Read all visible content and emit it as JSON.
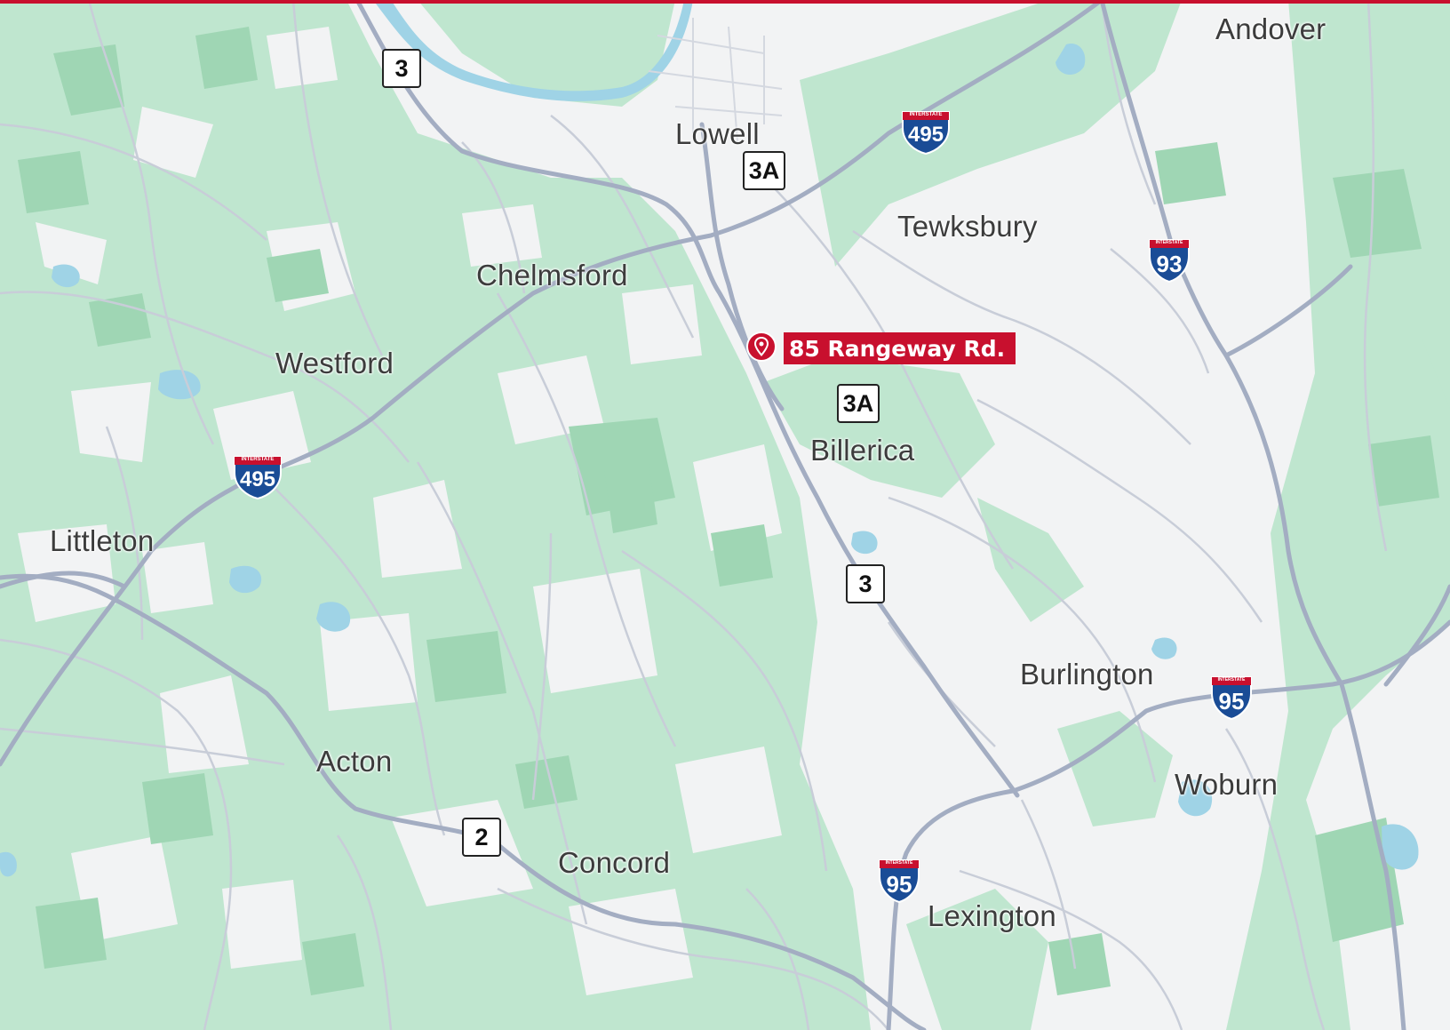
{
  "map": {
    "colors": {
      "land": "#f2f3f4",
      "park": "#bfe6cf",
      "park_dark": "#9fd6b4",
      "water": "#9fd3e6",
      "road": "#c8cdd8",
      "highway": "#a3adc2",
      "accent": "#c8102e"
    }
  },
  "places": [
    {
      "id": "andover",
      "label": "Andover"
    },
    {
      "id": "lowell",
      "label": "Lowell"
    },
    {
      "id": "tewksbury",
      "label": "Tewksbury"
    },
    {
      "id": "chelmsford",
      "label": "Chelmsford"
    },
    {
      "id": "westford",
      "label": "Westford"
    },
    {
      "id": "billerica",
      "label": "Billerica"
    },
    {
      "id": "littleton",
      "label": "Littleton"
    },
    {
      "id": "burlington",
      "label": "Burlington"
    },
    {
      "id": "acton",
      "label": "Acton"
    },
    {
      "id": "woburn",
      "label": "Woburn"
    },
    {
      "id": "concord",
      "label": "Concord"
    },
    {
      "id": "lexington",
      "label": "Lexington"
    }
  ],
  "route_shields": {
    "r3_north": "3",
    "r3a_north": "3A",
    "r3a_south": "3A",
    "r3_south": "3",
    "r2": "2"
  },
  "interstate_shields": {
    "top_text": "INTERSTATE",
    "i495_east": "495",
    "i495_west": "495",
    "i93": "93",
    "i95_east": "95",
    "i95_south": "95"
  },
  "marker": {
    "icon": "map-pin-icon",
    "label": "85 Rangeway Rd."
  }
}
